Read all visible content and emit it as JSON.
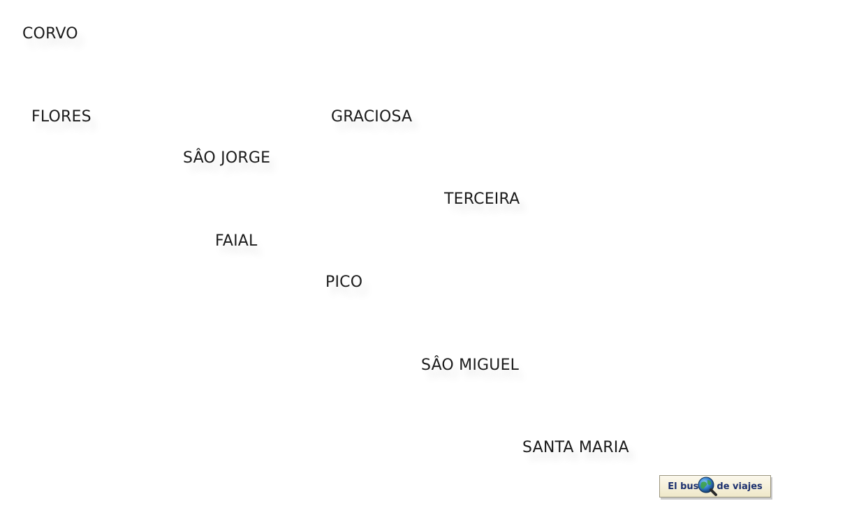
{
  "map": {
    "islands": [
      {
        "id": "corvo",
        "label": "CORVO"
      },
      {
        "id": "flores",
        "label": "FLORES"
      },
      {
        "id": "graciosa",
        "label": "GRACIOSA"
      },
      {
        "id": "sao-jorge",
        "label": "SÂO JORGE"
      },
      {
        "id": "terceira",
        "label": "TERCEIRA"
      },
      {
        "id": "faial",
        "label": "FAIAL"
      },
      {
        "id": "pico",
        "label": "PICO"
      },
      {
        "id": "sao-miguel",
        "label": "SÂO MIGUEL"
      },
      {
        "id": "santa-maria",
        "label": "SANTA MARIA"
      }
    ]
  },
  "logo": {
    "text_left": "El bus",
    "text_right": "de viajes",
    "icon": "globe-magnifier-icon"
  },
  "colors": {
    "label_text": "#1a1a1a",
    "logo_text": "#1b2f6e",
    "logo_bg": "#f5f0da"
  }
}
